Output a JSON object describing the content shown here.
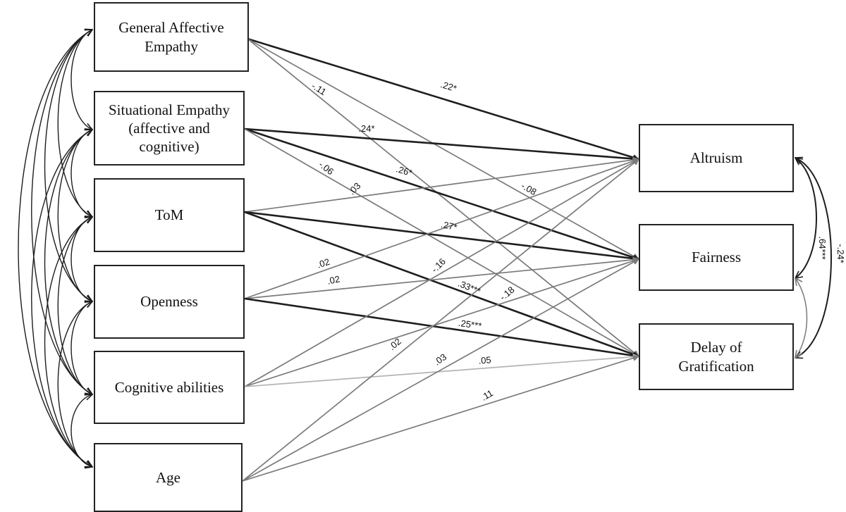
{
  "predictors": [
    {
      "id": "gae",
      "label": "General Affective\nEmpathy"
    },
    {
      "id": "se",
      "label": "Situational Empathy\n(affective and\ncognitive)"
    },
    {
      "id": "tom",
      "label": "ToM"
    },
    {
      "id": "open",
      "label": "Openness"
    },
    {
      "id": "cog",
      "label": "Cognitive abilities"
    },
    {
      "id": "age",
      "label": "Age"
    }
  ],
  "outcomes": [
    {
      "id": "alt",
      "label": "Altruism"
    },
    {
      "id": "fair",
      "label": "Fairness"
    },
    {
      "id": "delay",
      "label": "Delay of\nGratification"
    }
  ],
  "paths": [
    {
      "from": "gae",
      "to": "alt",
      "coef": ".22*",
      "weight": "strong"
    },
    {
      "from": "gae",
      "to": "fair",
      "coef": "-.11",
      "weight": "weak"
    },
    {
      "from": "gae",
      "to": "delay",
      "coef": "-.08",
      "weight": "weak"
    },
    {
      "from": "se",
      "to": "alt",
      "coef": ".24*",
      "weight": "strong"
    },
    {
      "from": "se",
      "to": "fair",
      "coef": ".26*",
      "weight": "strong"
    },
    {
      "from": "se",
      "to": "delay",
      "coef": "-.06",
      "weight": "weak"
    },
    {
      "from": "tom",
      "to": "alt",
      "coef": ".03",
      "weight": "weak"
    },
    {
      "from": "tom",
      "to": "fair",
      "coef": ".27*",
      "weight": "strong"
    },
    {
      "from": "tom",
      "to": "delay",
      "coef": ".33***",
      "weight": "strong"
    },
    {
      "from": "open",
      "to": "alt",
      "coef": ".02",
      "weight": "weak"
    },
    {
      "from": "open",
      "to": "fair",
      "coef": ".02",
      "weight": "weak"
    },
    {
      "from": "open",
      "to": "delay",
      "coef": ".25***",
      "weight": "strong"
    },
    {
      "from": "cog",
      "to": "alt",
      "coef": "-.16",
      "weight": "weak"
    },
    {
      "from": "cog",
      "to": "fair",
      "coef": "-.18",
      "weight": "weak"
    },
    {
      "from": "cog",
      "to": "delay",
      "coef": ".05",
      "weight": "faint"
    },
    {
      "from": "age",
      "to": "alt",
      "coef": ".02",
      "weight": "weak"
    },
    {
      "from": "age",
      "to": "fair",
      "coef": ".03",
      "weight": "weak"
    },
    {
      "from": "age",
      "to": "delay",
      "coef": ".11",
      "weight": "weak"
    }
  ],
  "outcome_correlations": [
    {
      "a": "alt",
      "b": "fair",
      "coef": ".64***",
      "weight": "strong"
    },
    {
      "a": "alt",
      "b": "delay",
      "coef": "-.24*",
      "weight": "strong"
    },
    {
      "a": "fair",
      "b": "delay",
      "coef": "",
      "weight": "weak"
    }
  ],
  "colors": {
    "strong": "#1e1e1e",
    "weak": "#7a7a7a",
    "faint": "#b4b4b4"
  }
}
